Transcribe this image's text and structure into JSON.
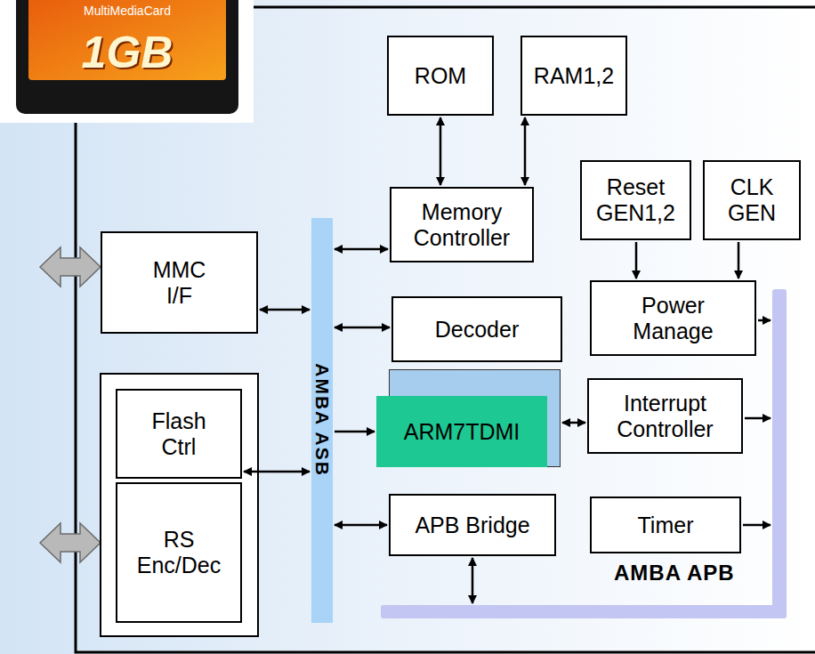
{
  "diagram": {
    "nodes": [
      {
        "text": [
          "ROM"
        ]
      },
      {
        "text": [
          "RAM1,2"
        ]
      },
      {
        "text": [
          "Reset GEN1,2"
        ]
      },
      {
        "text": [
          "CLK GEN"
        ]
      },
      {
        "text": [
          "Memory Controller"
        ]
      },
      {
        "text": [
          "MMC I/F"
        ]
      },
      {
        "text": [
          "AMBA ASB"
        ]
      },
      {
        "text": [
          "Decoder"
        ]
      },
      {
        "text": [
          "Power Manage"
        ]
      },
      {
        "text": [
          "ARM7TDMI"
        ]
      },
      {
        "text": [
          "Interrupt Controller"
        ]
      },
      {
        "text": [
          "Flash Ctrl"
        ]
      },
      {
        "text": [
          "RS Enc/Dec"
        ]
      },
      {
        "text": [
          "APB Bridge"
        ]
      },
      {
        "text": [
          "Timer"
        ]
      },
      {
        "text": [
          "AMBA APB"
        ]
      }
    ],
    "edges": [
      {
        "from": 4,
        "to": 0,
        "arrow": "both"
      },
      {
        "from": 4,
        "to": 1,
        "arrow": "both"
      },
      {
        "from": 2,
        "to": 8,
        "arrow": "to"
      },
      {
        "from": 3,
        "to": 8,
        "arrow": "to"
      },
      {
        "from": 5,
        "to": 6,
        "arrow": "both"
      },
      {
        "from": 6,
        "to": 4,
        "arrow": "both"
      },
      {
        "from": 6,
        "to": 7,
        "arrow": "both"
      },
      {
        "from": 6,
        "to": 9,
        "arrow": "to"
      },
      {
        "from": 9,
        "to": 10,
        "arrow": "both"
      },
      {
        "from": 11,
        "to": 6,
        "arrow": "both"
      },
      {
        "from": 6,
        "to": 13,
        "arrow": "both"
      },
      {
        "from": 13,
        "to": 15,
        "arrow": "both"
      },
      {
        "from": 8,
        "to": 15,
        "arrow": "to"
      },
      {
        "from": 10,
        "to": 15,
        "arrow": "to"
      },
      {
        "from": 14,
        "to": 15,
        "arrow": "to"
      }
    ],
    "labels": [
      "MultiMediaCard",
      "1GB"
    ]
  }
}
